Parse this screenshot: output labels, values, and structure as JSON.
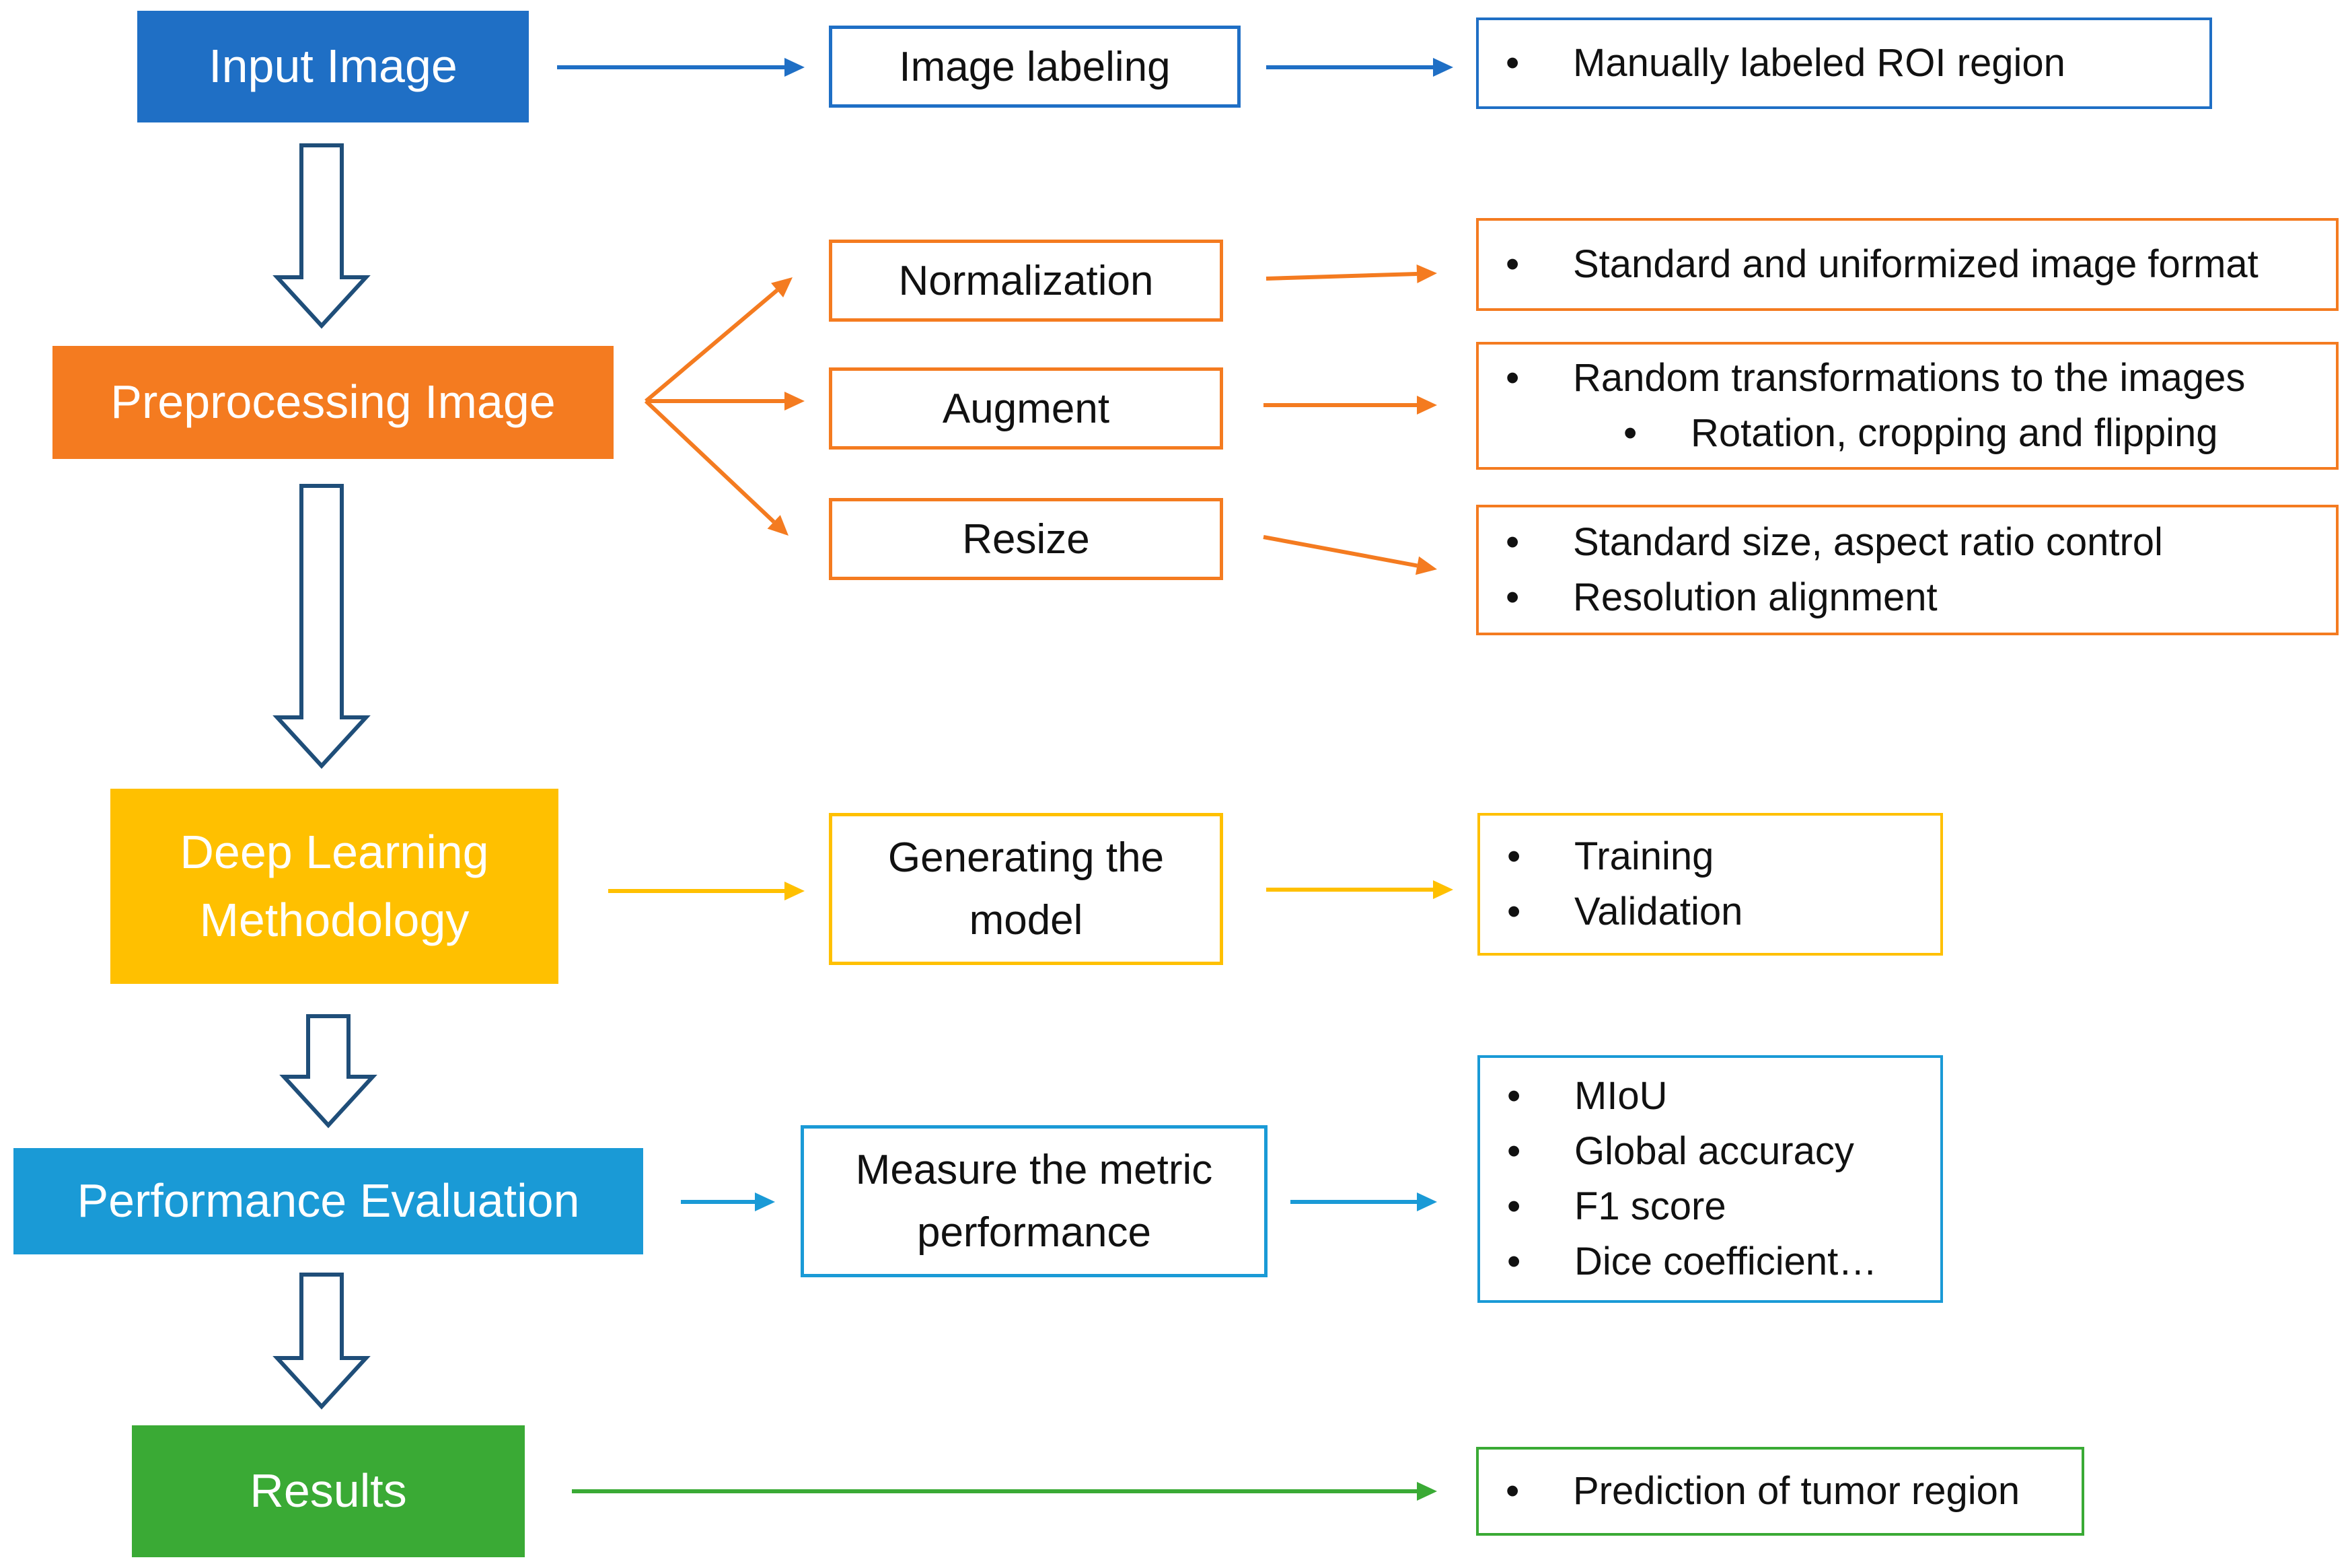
{
  "colors": {
    "input": "#1f6fc5",
    "preprocessing": "#f47b20",
    "deep_learning": "#ffc000",
    "evaluation": "#1a9ad6",
    "results": "#3aaa35",
    "down_arrow_stroke": "#1f4e79"
  },
  "stages": [
    {
      "title": "Input Image",
      "color": "#1f6fc5",
      "steps": [
        {
          "label": "Image labeling",
          "details": [
            "Manually labeled ROI region"
          ]
        }
      ]
    },
    {
      "title": "Preprocessing Image",
      "color": "#f47b20",
      "steps": [
        {
          "label": "Normalization",
          "details": [
            "Standard and uniformized image format"
          ]
        },
        {
          "label": "Augment",
          "details": [
            "Random transformations to the images"
          ],
          "sub_details": [
            "Rotation, cropping and flipping"
          ]
        },
        {
          "label": "Resize",
          "details": [
            "Standard size, aspect ratio control",
            "Resolution alignment"
          ]
        }
      ]
    },
    {
      "title": "Deep Learning Methodology",
      "color": "#ffc000",
      "steps": [
        {
          "label": "Generating the model",
          "details": [
            "Training",
            "Validation"
          ]
        }
      ]
    },
    {
      "title": "Performance Evaluation",
      "color": "#1a9ad6",
      "steps": [
        {
          "label": "Measure the metric performance",
          "details": [
            "MIoU",
            "Global accuracy",
            "F1 score",
            "Dice coefficient…"
          ]
        }
      ]
    },
    {
      "title": "Results",
      "color": "#3aaa35",
      "steps": [],
      "details": [
        "Prediction of tumor region"
      ]
    }
  ]
}
